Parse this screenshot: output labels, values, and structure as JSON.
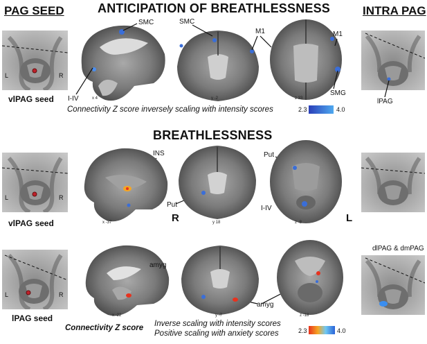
{
  "headers": {
    "left": "PAG SEED",
    "right": "INTRA PAG"
  },
  "sections": {
    "top": "ANTICIPATION OF BREATHLESSNESS",
    "middle": "BREATHLESSNESS"
  },
  "seed_labels": [
    "vlPAG seed",
    "vlPAG seed",
    "lPAG seed"
  ],
  "lr_labels": {
    "l": "L",
    "r": "R"
  },
  "side_labels": {
    "r": "R",
    "l": "L"
  },
  "annotations": {
    "smc": "SMC",
    "m1": "M1",
    "smg": "SMG",
    "i_iv": "I-IV",
    "lpag": "lPAG",
    "ins": "INS",
    "put": "Put",
    "amyg": "amyg",
    "dlpag_dmpag": "dlPAG & dmPAG"
  },
  "coords": {
    "top": [
      "x 4",
      "y -2",
      "z 33"
    ],
    "middle": [
      "x -37",
      "y 18",
      "z -8"
    ],
    "bottom": [
      "x -22",
      "y -7",
      "z -18"
    ]
  },
  "captions": {
    "top": "Connectivity Z score inversely scaling with intensity scores",
    "bottom_bold": "Connectivity Z score",
    "bottom_line1": "Inverse scaling with intensity scores",
    "bottom_line2": "Positive scaling with anxiety scores"
  },
  "scales": {
    "top": {
      "min": "2.3",
      "max": "4.0",
      "colors": [
        "#2a3fb8",
        "#4fa9f0"
      ]
    },
    "bottom": {
      "min": "2.3",
      "max": "4.0",
      "colors": [
        "#e8321e",
        "#f5a623",
        "#6fc8f2",
        "#2a63d8"
      ]
    }
  }
}
